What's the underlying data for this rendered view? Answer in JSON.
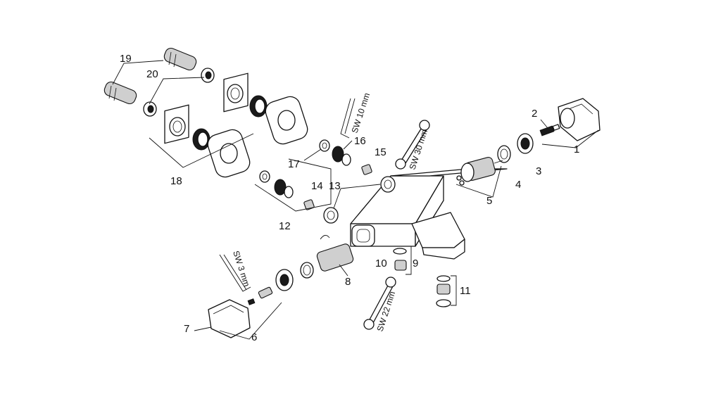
{
  "callouts": {
    "c1": "1",
    "c2": "2",
    "c3": "3",
    "c4": "4",
    "c5": "5",
    "c6": "6",
    "c7": "7",
    "c8": "8",
    "c9": "9",
    "c10": "10",
    "c11": "11",
    "c12": "12",
    "c13": "13",
    "c14": "14",
    "c15": "15",
    "c16": "16",
    "c17": "17",
    "c18": "18",
    "c19": "19",
    "c20": "20"
  },
  "tool_labels": {
    "sw10": "SW 10 mm",
    "sw30": "SW 30 mm",
    "sw3": "SW 3 mm",
    "sw22": "SW 22 mm"
  }
}
